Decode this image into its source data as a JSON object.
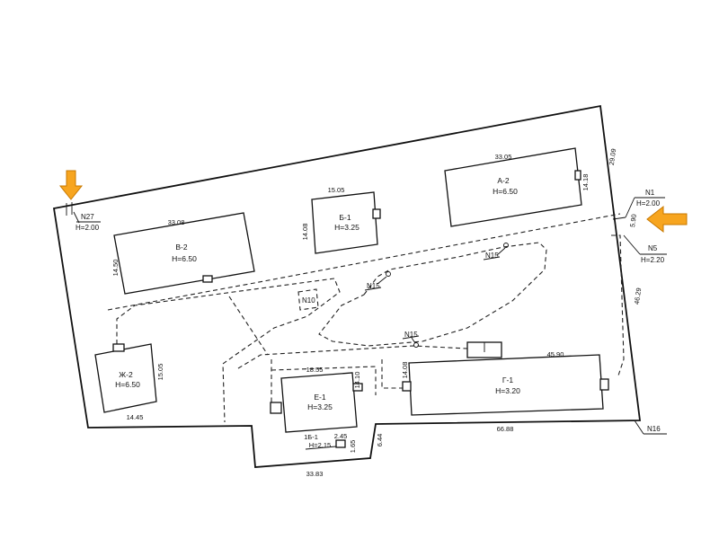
{
  "buildings": {
    "a2": {
      "name": "А-2",
      "height": "H=6.50",
      "dim_top": "33.05",
      "dim_side": "14.18"
    },
    "b1": {
      "name": "Б-1",
      "height": "H=3.25",
      "dim_top": "15.05",
      "dim_side": "14.08"
    },
    "v2": {
      "name": "В-2",
      "height": "H=6.50",
      "dim_top": "33.08",
      "dim_side": "14.50"
    },
    "zh2": {
      "name": "Ж-2",
      "height": "H=6.50",
      "dim_bottom": "14.45",
      "dim_side": "15.05"
    },
    "e1": {
      "name": "Е-1",
      "height": "H=3.25",
      "dim_top": "18.55",
      "dim_side": "14.10"
    },
    "g1": {
      "name": "Г-1",
      "height": "H=3.20",
      "dim_top": "45.90",
      "dim_side": "14.08"
    },
    "b1small": {
      "name": "1Б-1",
      "height": "H=2.15",
      "dim_top": "2.45",
      "dim_side": "1.65"
    }
  },
  "points": {
    "n27": {
      "label": "N27",
      "height": "H=2.00"
    },
    "n1": {
      "label": "N1",
      "height": "H=2.00"
    },
    "n5": {
      "label": "N5",
      "height": "H=2.20"
    },
    "n15_a": "N15",
    "n15_b": "N15",
    "n15_c": "N15",
    "n15_d": "N16",
    "n10": "N10"
  },
  "site_dims": {
    "top_right": "29.09",
    "right_gap": "5.90",
    "right_side": "46.29",
    "bottom_right": "66.88",
    "bottom_left": "33.83",
    "notch_side": "6.44"
  },
  "colors": {
    "arrow": "#f7a51f",
    "line": "#111111"
  }
}
